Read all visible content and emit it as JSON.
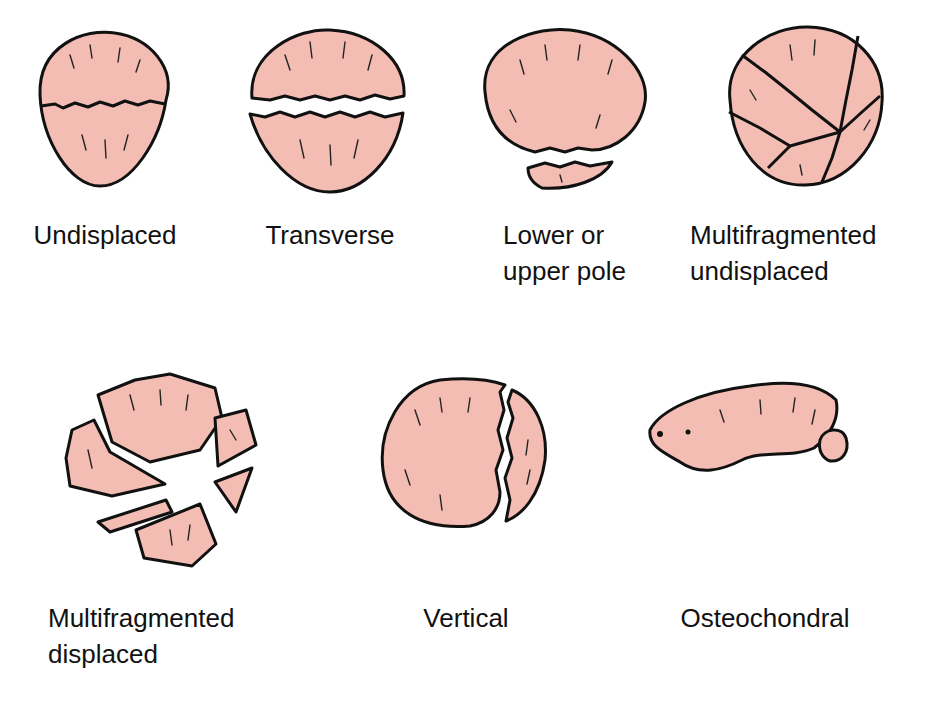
{
  "diagram": {
    "labels": [
      "Undisplaced",
      "Transverse",
      "Lower or upper pole",
      "Multifragmented undisplaced",
      "Multifragmented displaced",
      "Vertical",
      "Osteochondral"
    ]
  }
}
